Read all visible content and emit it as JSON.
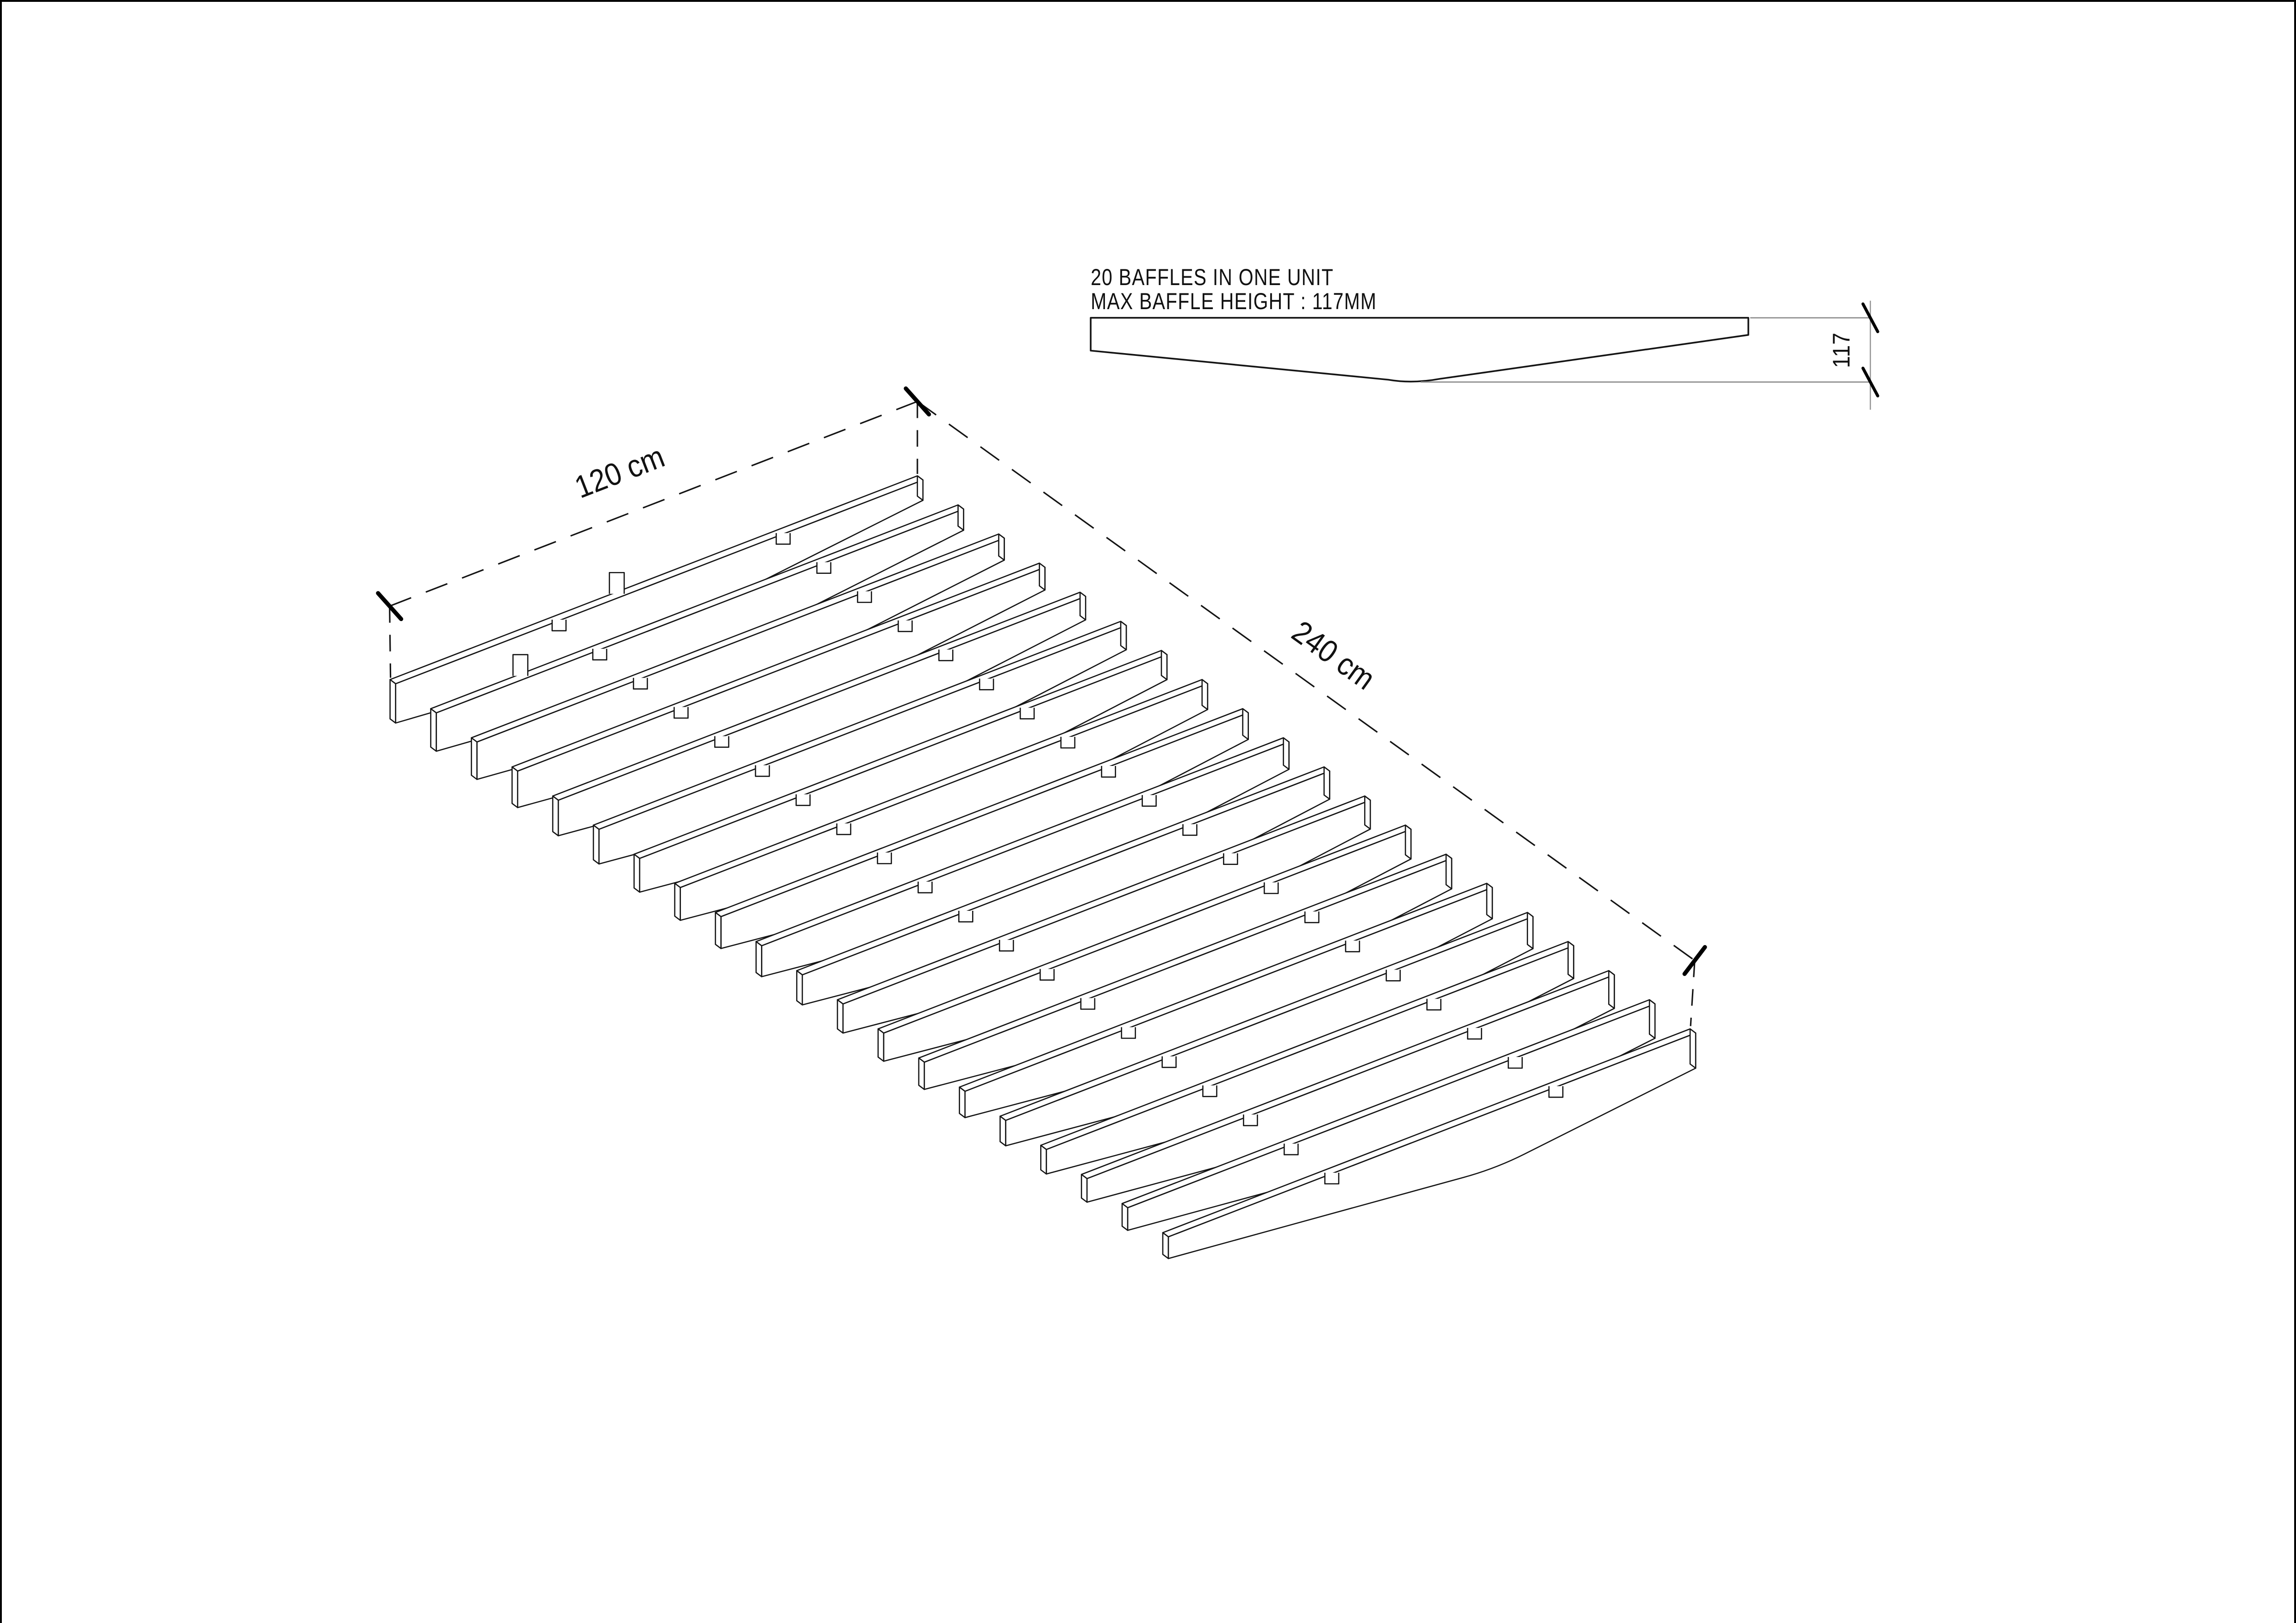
{
  "sheet": {
    "background": "#ffffff",
    "frame_color": "#000000",
    "line_color": "#141414",
    "extension_line_color": "#8f8f8f"
  },
  "notes": {
    "line1": "20 BAFFLES IN ONE UNIT",
    "line2": "MAX BAFFLE HEIGHT : 117MM"
  },
  "dimensions": {
    "width": "120 cm",
    "length": "240 cm",
    "profile_height": "117"
  },
  "unit": {
    "baffle_count": 20,
    "width_cm": 120,
    "length_cm": 240,
    "max_baffle_height_mm": 117
  }
}
